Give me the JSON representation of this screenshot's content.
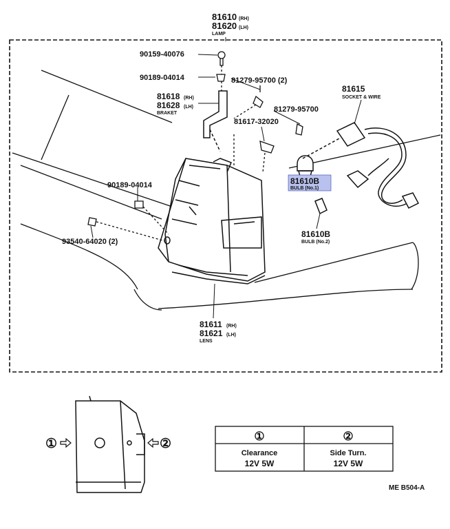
{
  "header": {
    "part_lh_rh_1": "81610",
    "suffix_1": "(RH)",
    "part_lh_rh_2": "81620",
    "suffix_2": "(LH)",
    "lamp_label": "LAMP"
  },
  "parts": {
    "screw_top": "90159-40076",
    "nut_top": "90189-04014",
    "screw_right_a": "81279-95700 (2)",
    "bracket_1": "81618",
    "bracket_1_suffix": "(RH)",
    "bracket_2": "81628",
    "bracket_2_suffix": "(LH)",
    "bracket_label": "BRAKET",
    "clip": "81617-32020",
    "screw_right_b": "81279-95700",
    "socket": "81615",
    "socket_label": "SOCKET & WIRE",
    "bulb1": "81610B",
    "bulb1_label": "BULB (No.1)",
    "bulb2": "81610B",
    "bulb2_label": "BULB (No.2)",
    "nut_left": "90189-04014",
    "screw_left": "93540-64020 (2)",
    "lens_1": "81611",
    "lens_1_suffix": "(RH)",
    "lens_2": "81621",
    "lens_2_suffix": "(LH)",
    "lens_label": "LENS"
  },
  "inset": {
    "marker_1": "①",
    "marker_2": "②"
  },
  "table": {
    "col1_head": "①",
    "col2_head": "②",
    "col1_line1": "Clearance",
    "col1_line2": "12V 5W",
    "col2_line1": "Side Turn.",
    "col2_line2": "12V 5W"
  },
  "footer": {
    "code": "ME B504-A"
  },
  "colors": {
    "ink": "#111111",
    "highlight": "#b9c2ee"
  }
}
